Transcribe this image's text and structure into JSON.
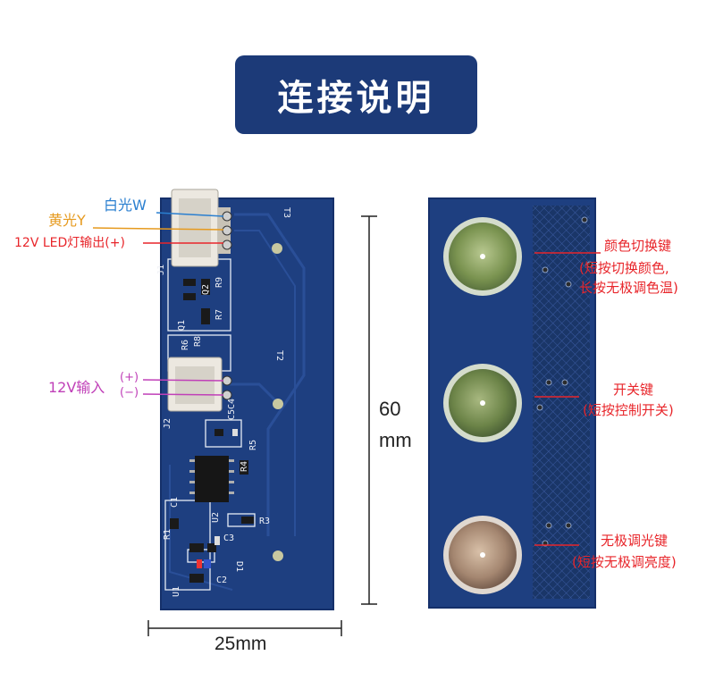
{
  "title": "连接说明",
  "left_labels": {
    "white": "白光W",
    "yellow": "黄光Y",
    "led_out": "12V LED灯输出(+)",
    "input": "12V输入",
    "plus": "(+)",
    "minus": "(−)"
  },
  "right_labels": {
    "color_key_title": "颜色切换键",
    "color_key_desc1": "(短按切换颜色,",
    "color_key_desc2": "长按无极调色温)",
    "power_key_title": "开关键",
    "power_key_desc": "(短按控制开关)",
    "dim_key_title": "无极调光键",
    "dim_key_desc": "(短按无极调亮度)"
  },
  "dimensions": {
    "height_value": "60",
    "height_unit": "mm",
    "width": "25mm"
  },
  "silkscreen": [
    "T3",
    "T2",
    "J1",
    "J2",
    "Q2",
    "Q1",
    "R9",
    "R7",
    "R6",
    "R8",
    "C5",
    "C4",
    "R5",
    "R4",
    "U2",
    "C1",
    "R3",
    "R1",
    "C3",
    "D1",
    "C2",
    "U1"
  ],
  "colors": {
    "title_bg": "#1c3a78",
    "pcb": "#1e3f80",
    "annot_red": "#e8252a",
    "annot_magenta": "#c040b8",
    "annot_blue": "#2a7fd0",
    "annot_orange": "#e69a1e"
  }
}
